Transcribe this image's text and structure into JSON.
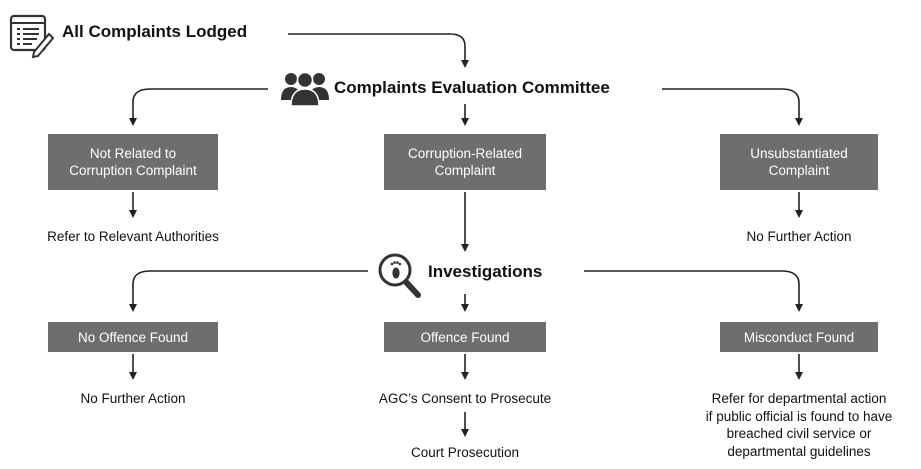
{
  "top": {
    "label": "All Complaints Lodged",
    "icon": "document-list-icon"
  },
  "committee": {
    "label": "Complaints Evaluation Committee",
    "icon": "people-group-icon"
  },
  "investigations": {
    "label": "Investigations",
    "icon": "magnifier-footprint-icon"
  },
  "committee_outcomes": [
    {
      "box_lines": [
        "Not Related to",
        "Corruption Complaint"
      ],
      "result": "Refer to Relevant Authorities"
    },
    {
      "box_lines": [
        "Corruption-Related",
        "Complaint"
      ],
      "result": ""
    },
    {
      "box_lines": [
        "Unsubstantiated",
        "Complaint"
      ],
      "result": "No Further Action"
    }
  ],
  "investigation_outcomes": [
    {
      "box": "No Offence Found",
      "results": [
        "No Further Action"
      ]
    },
    {
      "box": "Offence Found",
      "results": [
        "AGC’s Consent to Prosecute",
        "Court Prosecution"
      ]
    },
    {
      "box": "Misconduct Found",
      "results": [
        "Refer for departmental action",
        "if public official is found to have",
        "breached civil service or",
        "departmental guidelines"
      ]
    }
  ],
  "colors": {
    "box_fill": "#6e6e6e",
    "box_text": "#ffffff",
    "line": "#222222"
  }
}
